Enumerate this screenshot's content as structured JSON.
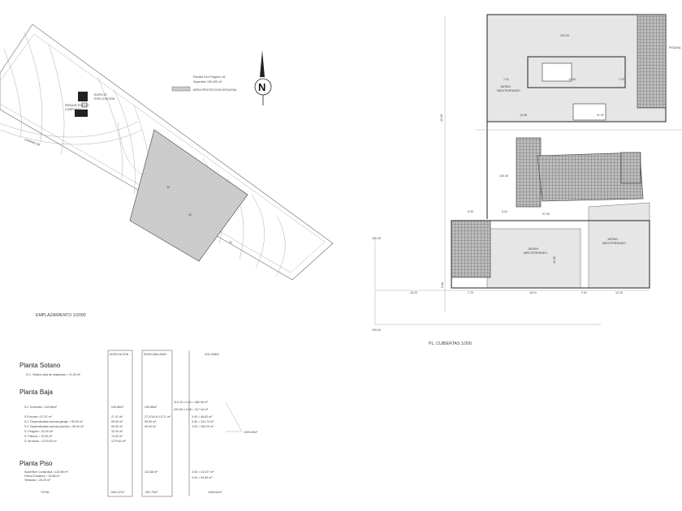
{
  "site": {
    "caption": "EMPLAZAMIENTO 1/2000",
    "parcel_line1": "Parcela 314 Polígono 16",
    "parcel_line2": "Superficie 130.490 m²",
    "protection_label": "AREA PROTECCION GROASSA",
    "north_letter": "N",
    "building_label_left": "PARQUE EOLICO",
    "building_label_left2": "COMPLEJO",
    "building_label_right": "EDIFICIO",
    "building_label_right2": "EXPLOTACION",
    "road_label": "CAMINO DE",
    "label_a": "30",
    "label_b": "40",
    "label_c": "20"
  },
  "roof": {
    "caption": "PL. CUBIERTAS 1/200",
    "garden1": "JARDIN",
    "garden1b": "MEDITERRANEO",
    "garden2": "JARDIN",
    "garden2b": "MEDITERRANEO",
    "garden3": "JARDIN",
    "garden3b": "MEDITERRANEO",
    "side_label": "PISCINA",
    "dim_total": "43.36",
    "dim_a": "7.01",
    "dim_b": "7.20",
    "dim_c": "14.00",
    "dim_d": "14.08",
    "dim_e": "11.92",
    "dim_f": "16.20",
    "dim_g": "18.01",
    "dim_h": "12.20",
    "dim_i": "7.70",
    "dim_j": "2.51",
    "dim_k": "8.40",
    "dim_l": "5.41",
    "dim_m": "11.56",
    "dim_n": "5.66",
    "lvl_a": "103.00",
    "lvl_b": "100.00",
    "lvl_c": "97.00",
    "lvl_d": "101.30",
    "lvl_e": "100.00"
  },
  "table": {
    "col1": "EDIFICACION",
    "col2": "EDIFICABILIDAD",
    "col3": "VOLUMEN",
    "sotano_title": "Planta Sotano",
    "sotano_row": "S.C. Sótano sala de máquinas = 21.45 m²",
    "baja_title": "Planta Baja",
    "baja_rows": [
      {
        "label": "S.C Vivienda = 249.86m²",
        "v1": "249.86m²",
        "v2": "249.86m²"
      },
      {
        "label": "S.Porches  =27.47 m²",
        "v1": "27.47 m²",
        "v2": "27.47x0.5=13.71 m²"
      },
      {
        "label": "S.C Dependencias anexas garaje = 95.90 m²",
        "v1": "95.90 m²",
        "v2": "95.90 m²"
      },
      {
        "label": "S.C Dependencias anexas piscina = 99.40 m²",
        "v1": "99.40 m²",
        "v2": "99.40 m²"
      },
      {
        "label": "S. Pergola = 32.00 m²",
        "v1": "32.00 m²",
        "v2": ""
      },
      {
        "label": "S. Piscina = 70.00 m²",
        "v1": "70.00 m²",
        "v2": ""
      },
      {
        "label": "S. terrazas = 1279.63 m²",
        "v1": "1279.63 m²",
        "v2": ""
      }
    ],
    "vol_rows": [
      "113.43 x 3.40 = 385.38 m³",
      "102.66 x 3.68 = 417.18 m³",
      "3.40 = 46.63 m³",
      "3.40 = 341.72 m³",
      "3.00 = 295.20 m³"
    ],
    "vol_total": "1399.69m³",
    "piso_title": "Planta Piso",
    "piso_rows": [
      {
        "label": "Superficie Construida =132.88 m²",
        "v1": "132.88 m²"
      },
      {
        "label": "Hueco Escalera = 30.88 m²",
        "v1": ""
      },
      {
        "label": "Terrazas = 26.25 m²",
        "v1": ""
      }
    ],
    "piso_vol": [
      "3.00 = 413.07 m³",
      "3.00 = 94.80 m³"
    ],
    "total_label": "TOTAL",
    "total1": "1903.47m²",
    "total2": "592.79m²",
    "total3": "1996.62m³"
  }
}
